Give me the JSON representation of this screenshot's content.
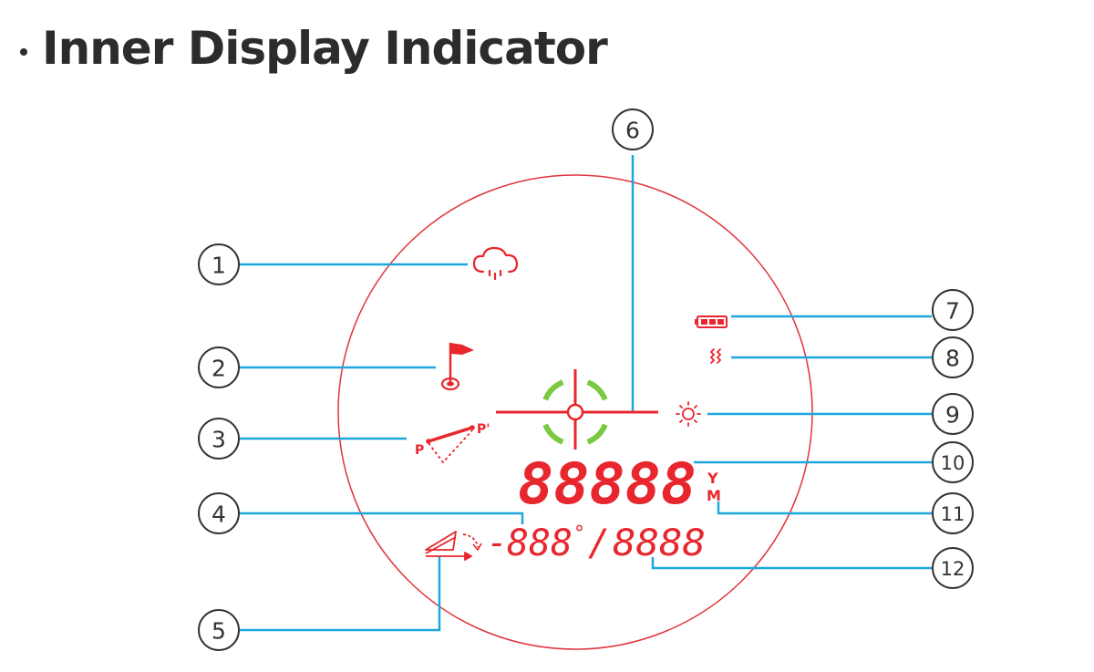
{
  "title": "Inner Display Indicator",
  "colors": {
    "title": "#2c2c2c",
    "circle": "#e0343c",
    "display_red": "#e8262d",
    "reticle_green": "#7ac943",
    "leader_line": "#1ea7dd",
    "callout": "#333333"
  },
  "indicators": [
    {
      "number": "1",
      "icon": "rain-cloud-icon"
    },
    {
      "number": "2",
      "icon": "golf-flag-icon"
    },
    {
      "number": "3",
      "icon": "point-to-point-icon"
    },
    {
      "number": "4",
      "icon": "angle-readout"
    },
    {
      "number": "5",
      "icon": "angle-mode-icon"
    },
    {
      "number": "6",
      "icon": "crosshair-reticle"
    },
    {
      "number": "7",
      "icon": "battery-icon"
    },
    {
      "number": "8",
      "icon": "vibration-icon"
    },
    {
      "number": "9",
      "icon": "brightness-sun-icon"
    },
    {
      "number": "10",
      "icon": "main-distance-readout"
    },
    {
      "number": "11",
      "icon": "unit-indicator"
    },
    {
      "number": "12",
      "icon": "secondary-distance-readout"
    }
  ],
  "display": {
    "main_digits": "88888",
    "unit_yard": "Y",
    "unit_meter": "M",
    "angle_minus": "-",
    "angle_digits": "888",
    "degree": "°",
    "separator": "/",
    "secondary_digits": "8888",
    "point_label_p": "P",
    "point_label_p_prime": "P'"
  }
}
